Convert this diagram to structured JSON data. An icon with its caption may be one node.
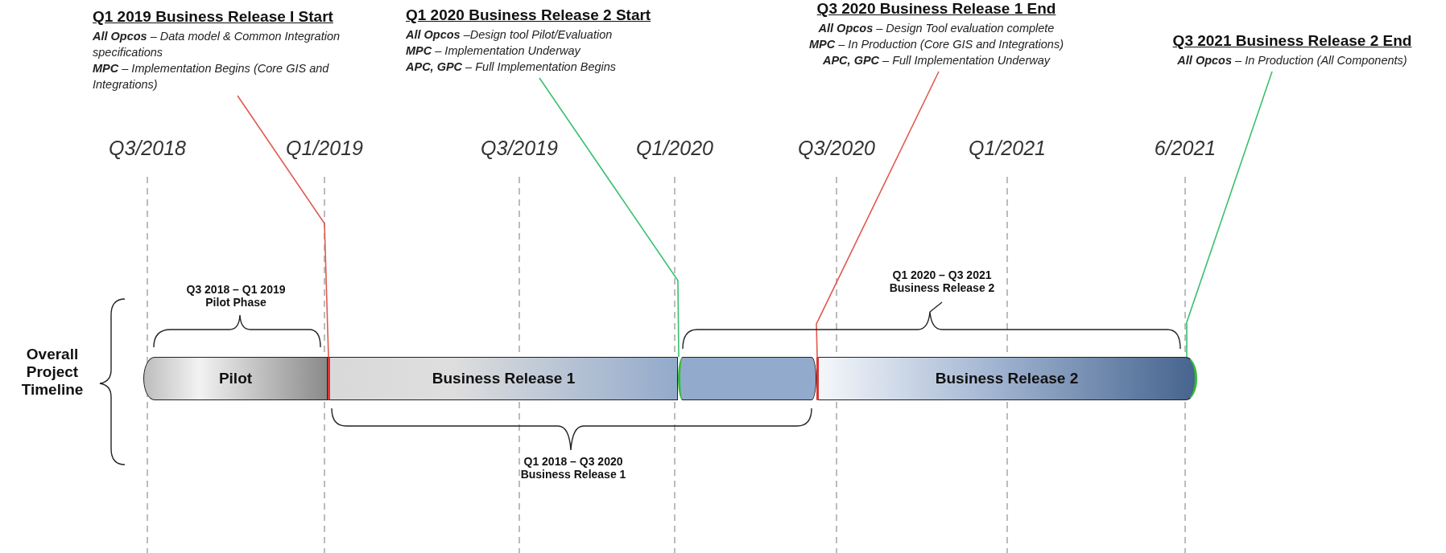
{
  "diagram": {
    "nodes": [
      {
        "text": [
          "Q1 2019 Business Release I Start",
          "**All Opcos** – Data model & Common Integration specifications",
          "**MPC** – Implementation Begins (Core GIS and Integrations)"
        ]
      },
      {
        "text": [
          "Q1 2020 Business Release 2 Start",
          "**All Opcos** –Design tool Pilot/Evaluation",
          "**MPC** – Implementation Underway",
          "**APC, GPC** – Full Implementation Begins"
        ]
      },
      {
        "text": [
          "Q3 2020 Business Release 1 End",
          "**All Opcos** – Design Tool evaluation complete",
          "**MPC** – In Production (Core GIS and Integrations)",
          "**APC, GPC** – Full Implementation Underway"
        ]
      },
      {
        "text": [
          "Q3 2021 Business Release 2 End",
          "**All Opcos** – In Production (All Components)"
        ]
      },
      {
        "text": [
          "Pilot"
        ]
      },
      {
        "text": [
          "Business Release 1"
        ]
      },
      {
        "text": [],
        "shape": "cylinder"
      },
      {
        "text": [
          "Business Release 2"
        ]
      }
    ],
    "edges": [
      {
        "from": 0,
        "to": 5,
        "arrow": "none",
        "color": "#e05a50"
      },
      {
        "from": 1,
        "to": 6,
        "arrow": "none",
        "color": "#3cc070"
      },
      {
        "from": 2,
        "to": 7,
        "arrow": "none",
        "color": "#e05a50"
      },
      {
        "from": 3,
        "to": 7,
        "arrow": "none",
        "color": "#3cc070"
      }
    ],
    "labels": [
      "Q3/2018",
      "Q1/2019",
      "Q3/2019",
      "Q1/2020",
      "Q3/2020",
      "Q1/2021",
      "6/2021",
      "Q3 2018 – Q1 2019 Pilot Phase",
      "Q1 2020 – Q3 2021 Business Release 2",
      "Overall Project Timeline",
      "Q1 2018 – Q3 2020 Business Release 1"
    ]
  }
}
